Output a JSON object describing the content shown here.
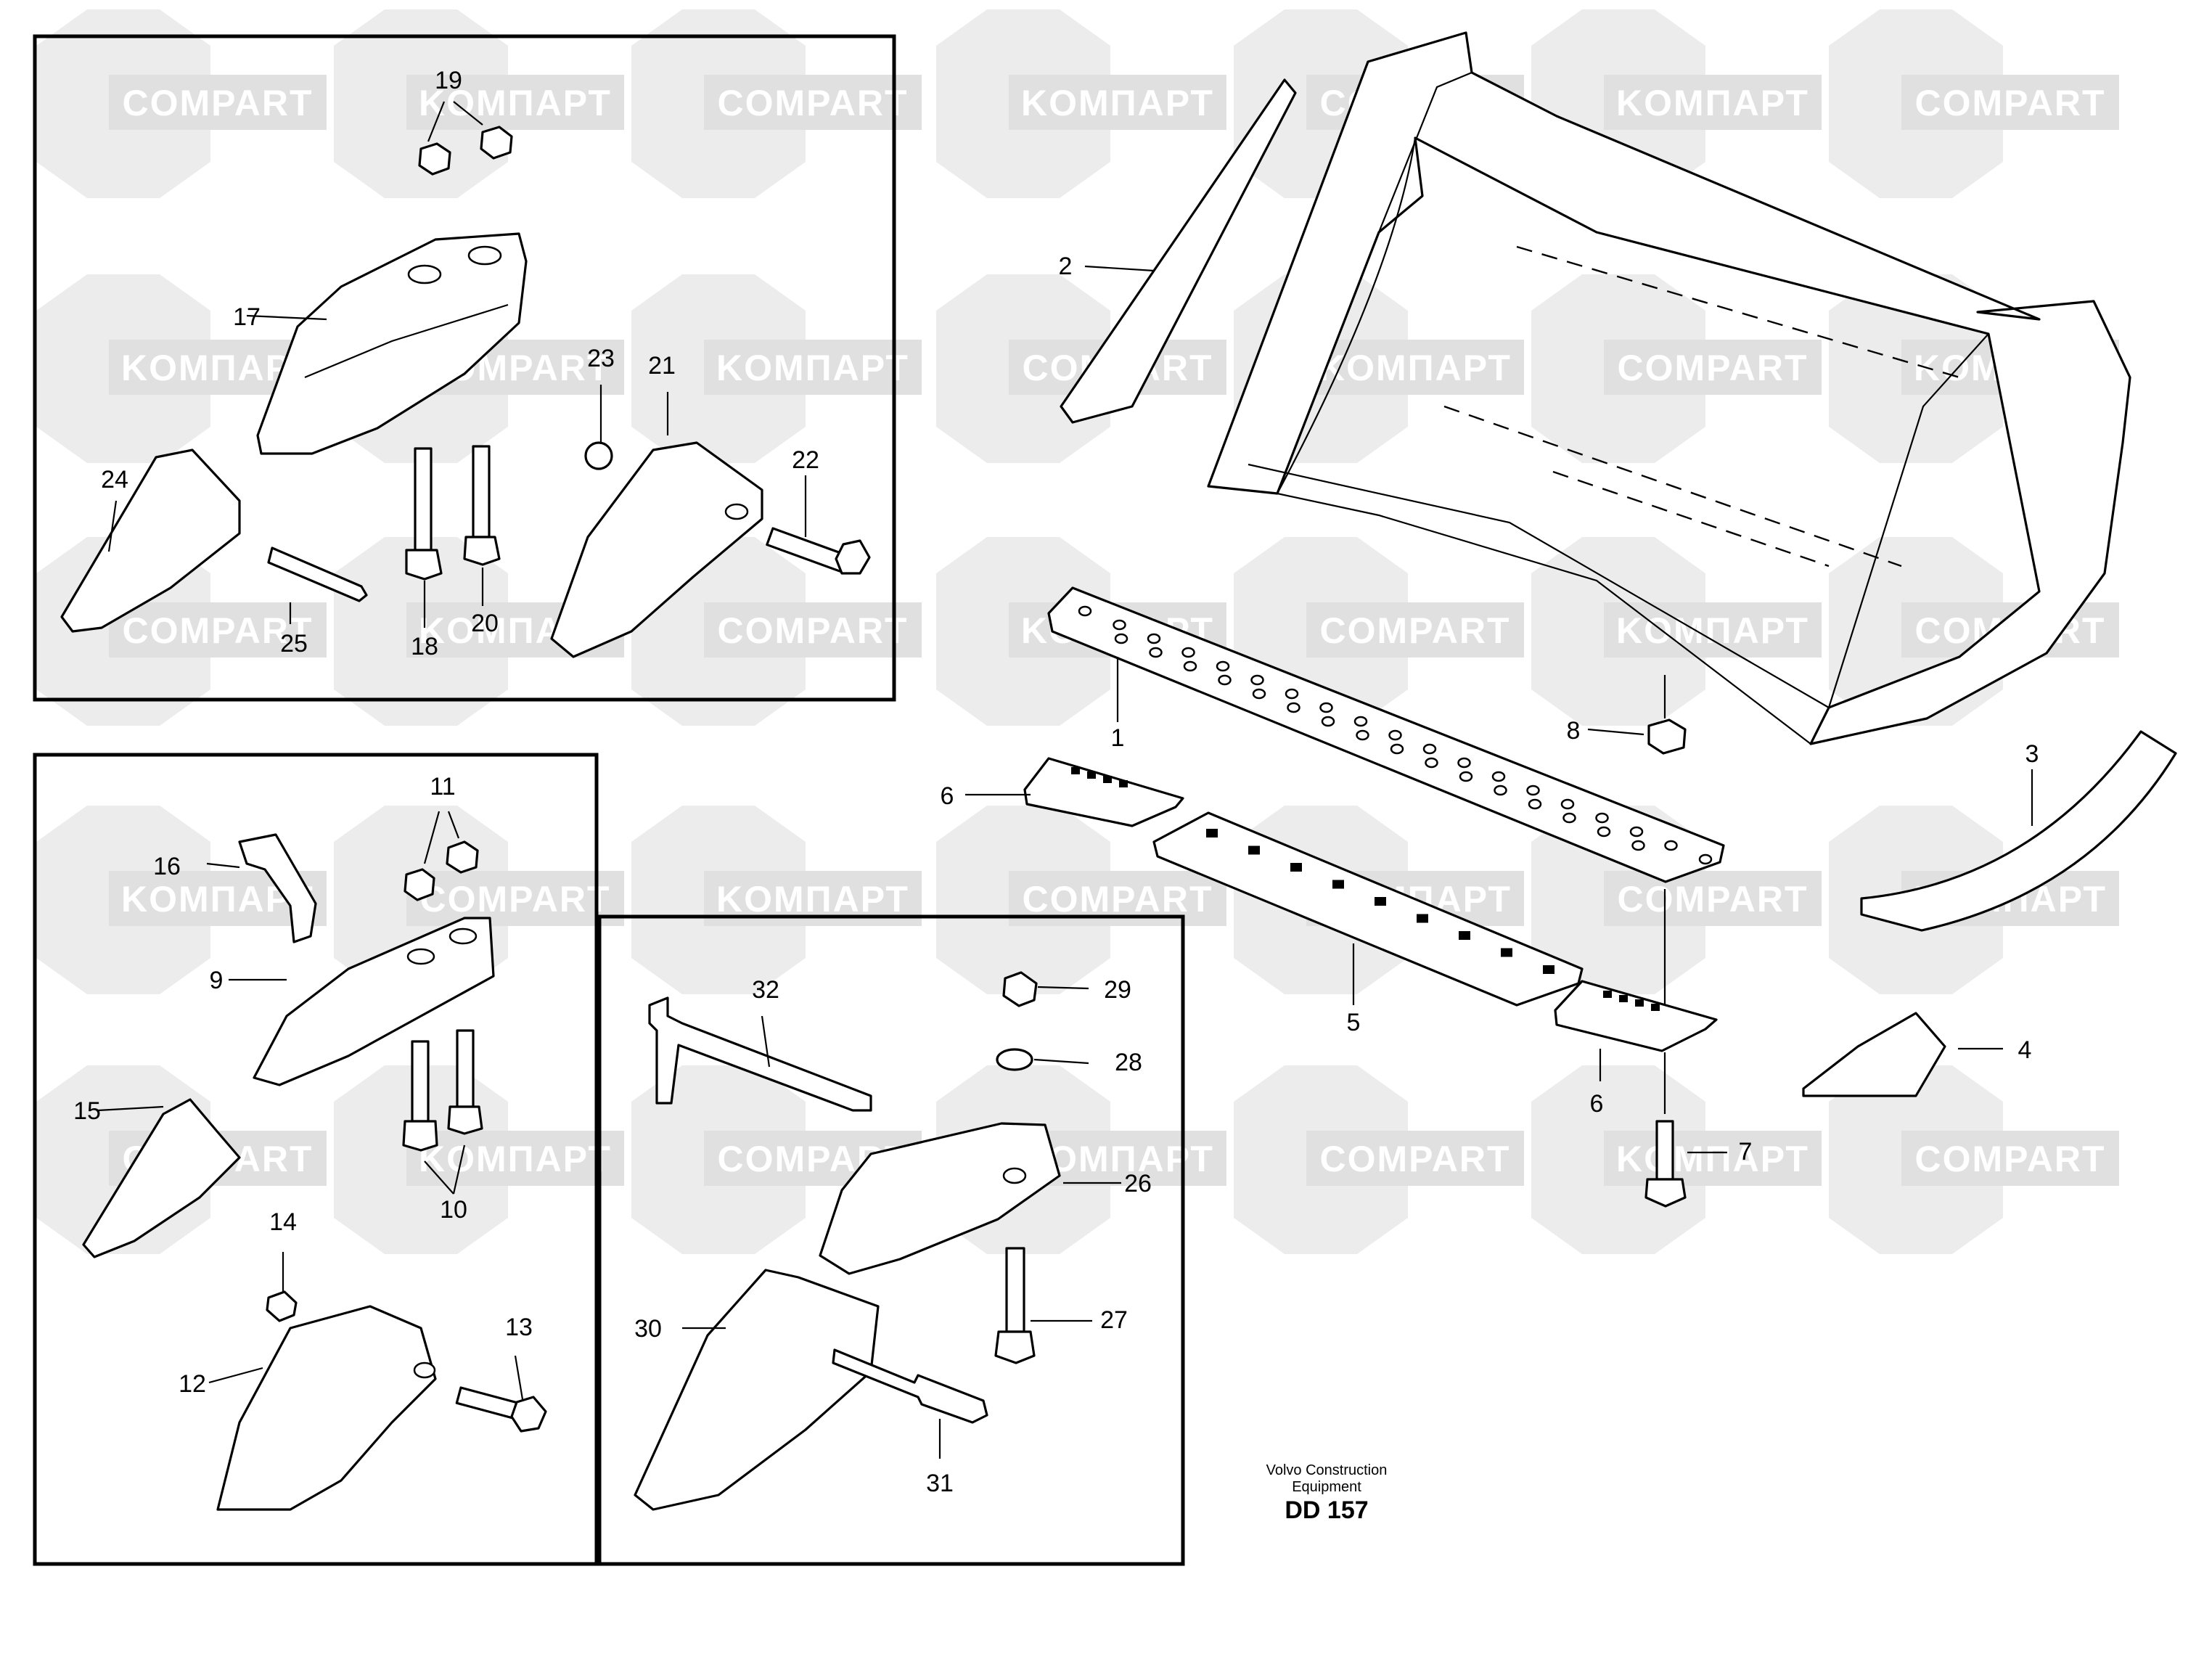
{
  "watermarks": [
    "COMPART",
    "KOMПАРТ"
  ],
  "footer": {
    "maker_line1": "Volvo Construction",
    "maker_line2": "Equipment",
    "drawing_code": "DD 157"
  },
  "callouts": {
    "c1": "1",
    "c2": "2",
    "c3": "3",
    "c4": "4",
    "c5": "5",
    "c6a": "6",
    "c6b": "6",
    "c7": "7",
    "c8": "8",
    "c9": "9",
    "c10": "10",
    "c11": "11",
    "c12": "12",
    "c13": "13",
    "c14": "14",
    "c15": "15",
    "c16": "16",
    "c17": "17",
    "c18": "18",
    "c19": "19",
    "c20": "20",
    "c21": "21",
    "c22": "22",
    "c23": "23",
    "c24": "24",
    "c25": "25",
    "c26": "26",
    "c27": "27",
    "c28": "28",
    "c29": "29",
    "c30": "30",
    "c31": "31",
    "c32": "32"
  }
}
